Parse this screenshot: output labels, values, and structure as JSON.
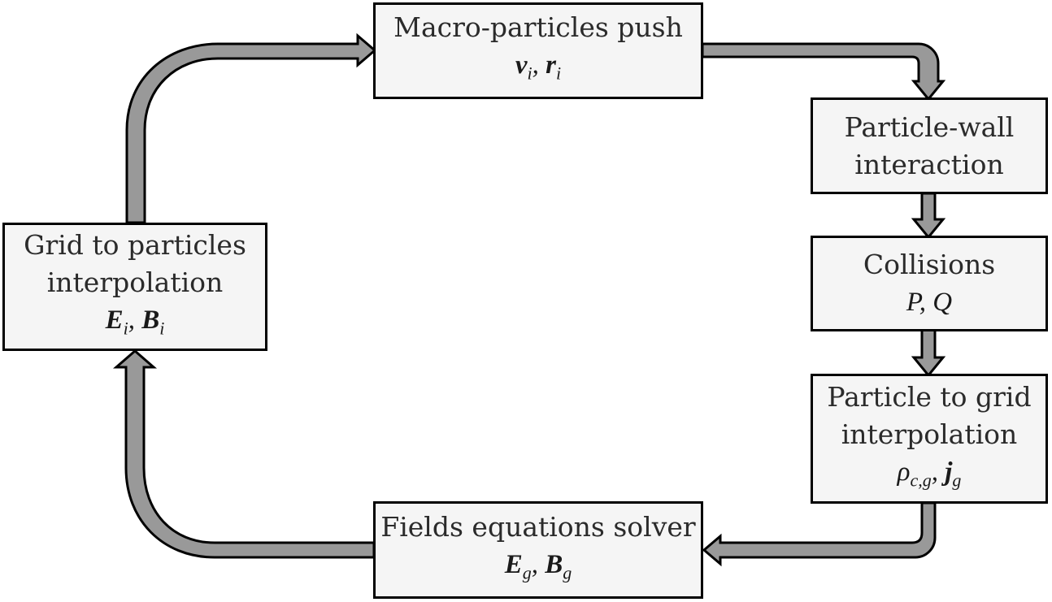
{
  "diagram": {
    "colors": {
      "box_fill": "#f5f5f5",
      "box_border": "#000000",
      "arrow_fill": "#999999",
      "arrow_stroke": "#000000",
      "text": "#2b2b2b"
    },
    "boxes": [
      {
        "id": "push",
        "lines": [
          "Macro-particles push"
        ],
        "math_main": [
          "v",
          "r"
        ],
        "math_sub": [
          "i",
          "i"
        ]
      },
      {
        "id": "wall",
        "lines": [
          "Particle-wall",
          "interaction"
        ]
      },
      {
        "id": "collisions",
        "lines": [
          "Collisions"
        ],
        "math": "P, Q"
      },
      {
        "id": "p2g",
        "lines": [
          "Particle to grid",
          "interpolation"
        ],
        "math_main": [
          "ρ",
          "j"
        ],
        "math_sub": [
          "c,g",
          "g"
        ]
      },
      {
        "id": "solver",
        "lines": [
          "Fields equations solver"
        ],
        "math_main": [
          "E",
          "B"
        ],
        "math_sub": [
          "g",
          "g"
        ]
      },
      {
        "id": "g2p",
        "lines": [
          "Grid to particles",
          "interpolation"
        ],
        "math_main": [
          "E",
          "B"
        ],
        "math_sub": [
          "i",
          "i"
        ]
      }
    ],
    "edges": [
      {
        "from": "push",
        "to": "wall"
      },
      {
        "from": "wall",
        "to": "collisions"
      },
      {
        "from": "collisions",
        "to": "p2g"
      },
      {
        "from": "p2g",
        "to": "solver"
      },
      {
        "from": "solver",
        "to": "g2p"
      },
      {
        "from": "g2p",
        "to": "push"
      }
    ]
  }
}
